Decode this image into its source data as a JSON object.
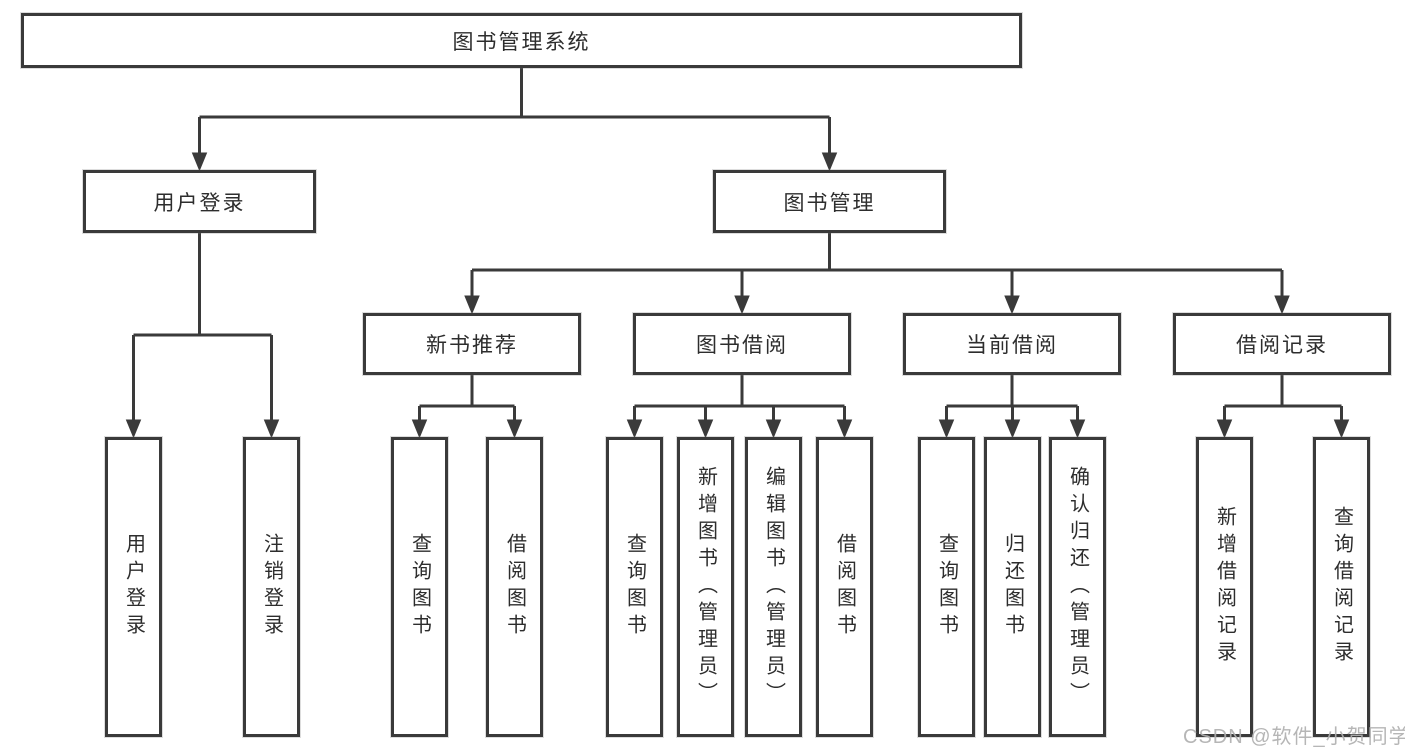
{
  "diagram": {
    "root": {
      "label": "图书管理系统"
    },
    "branches": [
      {
        "label": "用户登录",
        "children": [
          "用户登录",
          "注销登录"
        ]
      },
      {
        "label": "图书管理",
        "subgroups": [
          {
            "label": "新书推荐",
            "children": [
              "查询图书",
              "借阅图书"
            ]
          },
          {
            "label": "图书借阅",
            "children": [
              "查询图书",
              "新增图书（管理员）",
              "编辑图书（管理员）",
              "借阅图书"
            ]
          },
          {
            "label": "当前借阅",
            "children": [
              "查询图书",
              "归还图书",
              "确认归还（管理员）"
            ]
          },
          {
            "label": "借阅记录",
            "children": [
              "新增借阅记录",
              "查询借阅记录"
            ]
          }
        ]
      }
    ],
    "watermark": "CSDN @软件_小贺同学",
    "colors": {
      "line": "#3a3a3a",
      "text": "#2d2d2d",
      "background": "#ffffff",
      "watermark": "#b0b0b0"
    }
  }
}
